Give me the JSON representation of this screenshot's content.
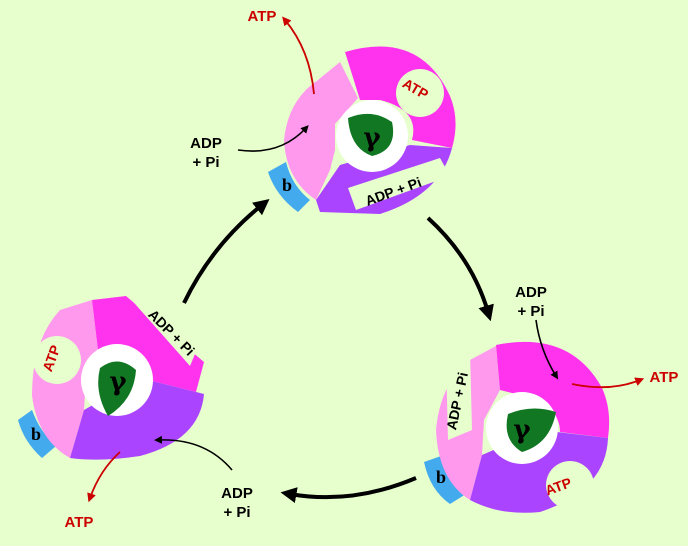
{
  "colors": {
    "background": "#e6ffcc",
    "light_pink": "#ff99ee",
    "magenta": "#ff33ee",
    "purple": "#aa44ff",
    "gamma_green": "#117722",
    "b_blue": "#44aaee",
    "atp_red": "#cc0000"
  },
  "top": {
    "atp_out": "ATP",
    "adp_in_1": "ADP",
    "adp_in_2": "+ Pi",
    "atp_label": "ATP",
    "adp_label": "ADP + Pi",
    "gamma": "γ",
    "b": "b"
  },
  "right": {
    "atp_out": "ATP",
    "adp_in_1": "ADP",
    "adp_in_2": "+ Pi",
    "atp_label": "ATP",
    "adp_label": "ADP + Pi",
    "gamma": "γ",
    "b": "b"
  },
  "left": {
    "atp_out": "ATP",
    "adp_in_1": "ADP",
    "adp_in_2": "+ Pi",
    "atp_label": "ATP",
    "adp_label": "ADP + Pi",
    "gamma": "γ",
    "b": "b"
  }
}
